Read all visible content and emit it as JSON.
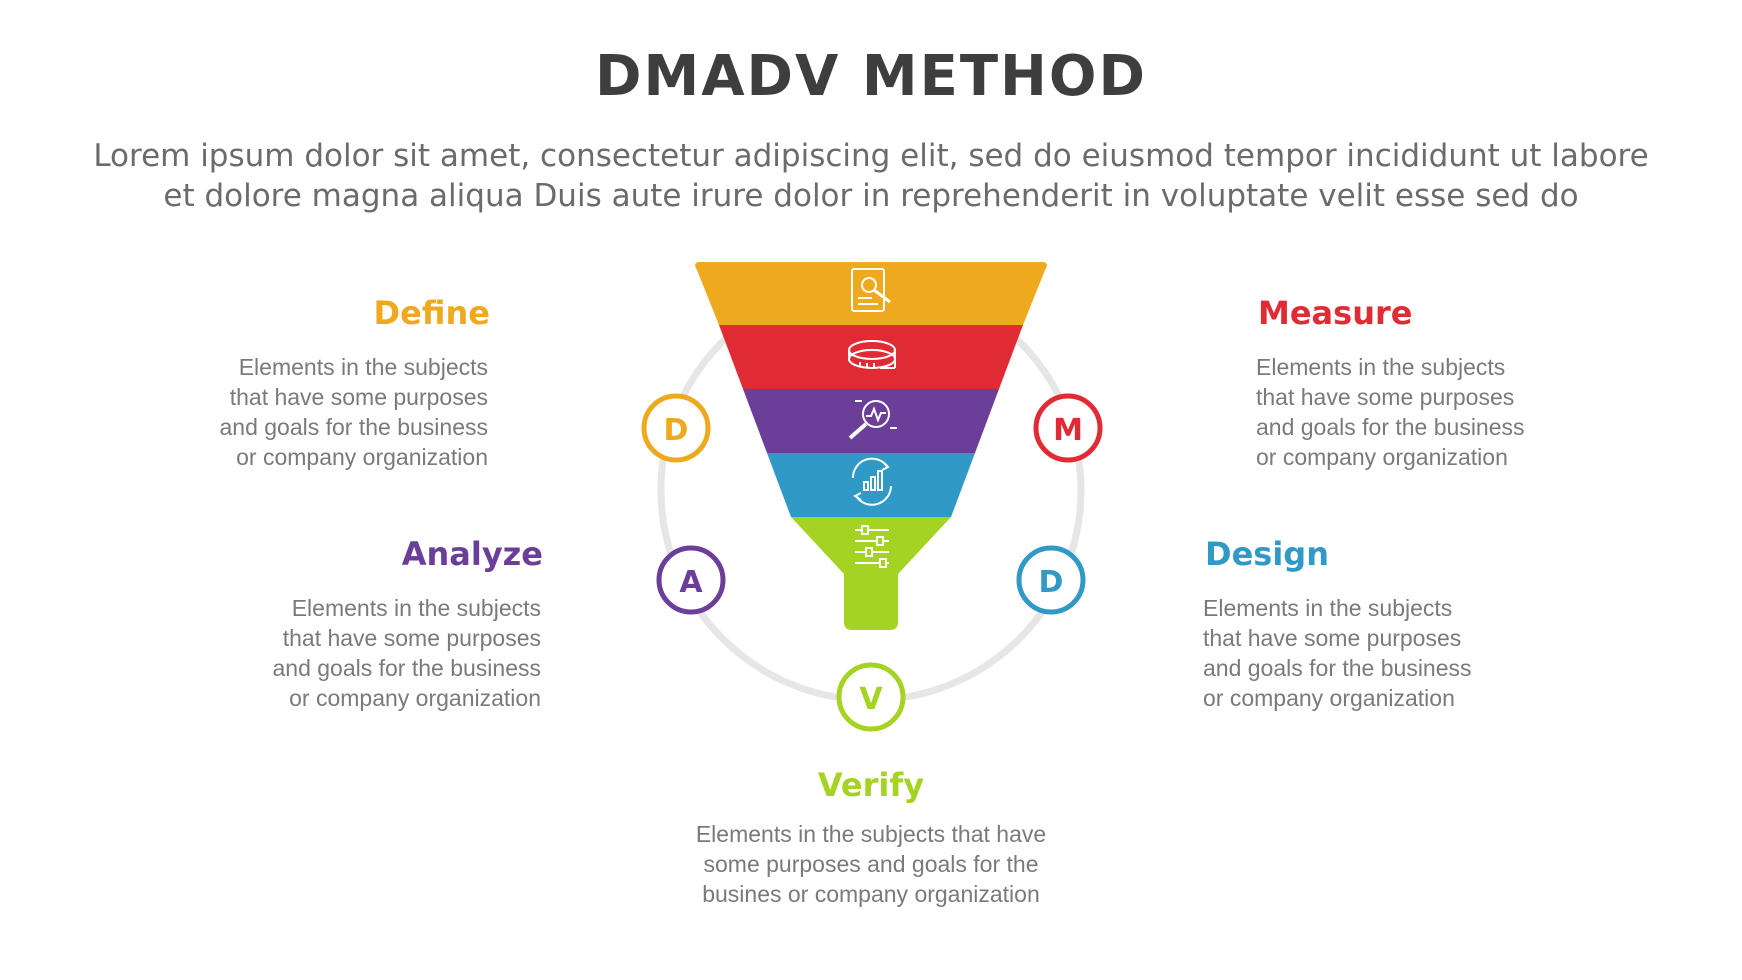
{
  "title": "DMADV METHOD",
  "subtitle": {
    "line1": "Lorem ipsum dolor sit amet, consectetur adipiscing elit, sed do eiusmod tempor incididunt ut labore",
    "line2": "et dolore magna aliqua Duis aute irure dolor in reprehenderit in voluptate velit esse sed do"
  },
  "steps": [
    {
      "letter": "D",
      "name": "Define",
      "color": "#eea91e",
      "icon": "document-search-icon",
      "desc": [
        "Elements in the subjects",
        "that have some purposes",
        "and goals for the  business",
        "or company organization"
      ]
    },
    {
      "letter": "M",
      "name": "Measure",
      "color": "#e02b35",
      "icon": "measuring-tape-icon",
      "desc": [
        "Elements in the subjects",
        "that have some purposes",
        "and goals for the  business",
        "or company organization"
      ]
    },
    {
      "letter": "A",
      "name": "Analyze",
      "color": "#6b3f99",
      "icon": "analysis-magnifier-icon",
      "desc": [
        "Elements in the subjects",
        "that have some purposes",
        "and goals for the  business",
        "or company organization"
      ]
    },
    {
      "letter": "D",
      "name": "Design",
      "color": "#3199c5",
      "icon": "growth-cycle-icon",
      "desc": [
        "Elements in the subjects",
        "that have some purposes",
        "and goals for the  business",
        "or company organization"
      ]
    },
    {
      "letter": "V",
      "name": "Verify",
      "color": "#a4d323",
      "icon": "sliders-icon",
      "desc": [
        "Elements in the subjects that have",
        "some purposes and goals for the",
        "busines or company organization"
      ]
    }
  ],
  "ring_color": "#e6e6e6"
}
